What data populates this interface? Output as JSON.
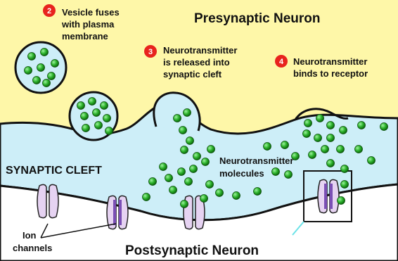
{
  "labels": {
    "presynaptic": "Presynaptic Neuron",
    "postsynaptic": "Postsynaptic Neuron",
    "synaptic_cleft": "SYNAPTIC CLEFT",
    "nt_molecules_1": "Neurotransmitter",
    "nt_molecules_2": "molecules",
    "ion_channels_1": "Ion",
    "ion_channels_2": "channels"
  },
  "steps": [
    {
      "number": "2",
      "lines": [
        "Vesicle fuses",
        "with plasma",
        "membrane"
      ]
    },
    {
      "number": "3",
      "lines": [
        "Neurotransmitter",
        "is released into",
        "synaptic cleft"
      ]
    },
    {
      "number": "4",
      "lines": [
        "Neurotransmitter",
        "binds to receptor"
      ]
    }
  ],
  "colors": {
    "background": "#FEF7A8",
    "cleft": "#CDEEF8",
    "membrane_outline": "#111111",
    "molecule": "#2DB32D",
    "step_badge": "#E8231D",
    "ion_channel": "#E6D3F2",
    "ion_channel_bound": "#7B4FB5"
  }
}
